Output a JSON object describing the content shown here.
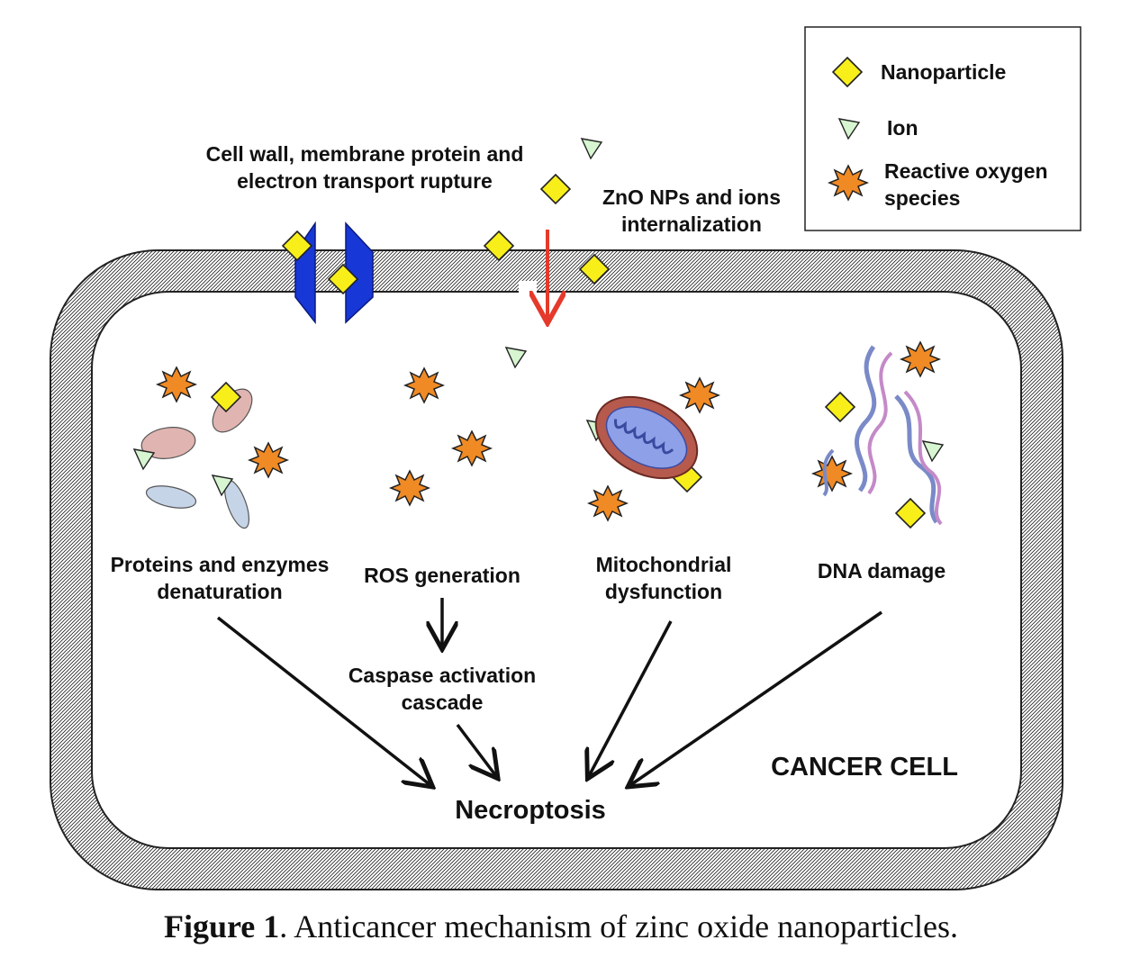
{
  "legend": {
    "nanoparticle": "Nanoparticle",
    "ion": "Ion",
    "ros_line1": "Reactive oxygen",
    "ros_line2": "species"
  },
  "labels": {
    "rupture_line1": "Cell wall, membrane protein and",
    "rupture_line2": "electron transport rupture",
    "internalization_line1": "ZnO NPs and ions",
    "internalization_line2": "internalization",
    "proteins_line1": "Proteins and enzymes",
    "proteins_line2": "denaturation",
    "ros_generation": "ROS generation",
    "mito_line1": "Mitochondrial",
    "mito_line2": "dysfunction",
    "dna_damage": "DNA damage",
    "caspase_line1": "Caspase activation",
    "caspase_line2": "cascade",
    "necroptosis": "Necroptosis",
    "cancer_cell": "CANCER CELL"
  },
  "caption": {
    "prefix": "Figure 1",
    "text": ". Anticancer mechanism of zinc oxide nanoparticles."
  },
  "colors": {
    "nanoparticle": "#f7ee1a",
    "ion": "#d6f5d0",
    "ros": "#f08a24",
    "channel": "#1737d6",
    "internalization_arrow": "#e53a2b"
  },
  "icons": [
    "nanoparticle-icon",
    "ion-icon",
    "ros-icon",
    "channel-protein-icon",
    "mitochondrion-icon",
    "dna-helix-icon",
    "protein-icon"
  ]
}
